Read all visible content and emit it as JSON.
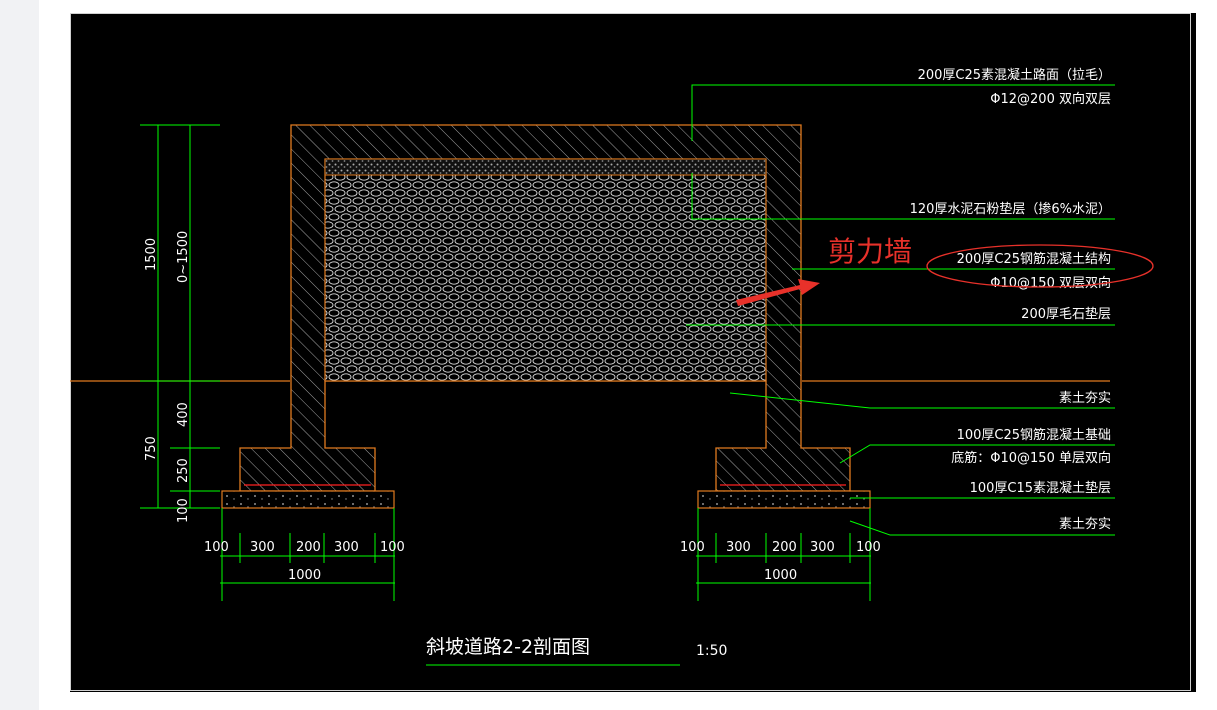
{
  "labels": {
    "l1a": "200厚C25素混凝土路面（拉毛）",
    "l1b": "Φ12@200  双向双层",
    "l2": "120厚水泥石粉垫层（掺6%水泥）",
    "l3a": "200厚C25钢筋混凝土结构",
    "l3b": "Φ10@150  双层双向",
    "l4": "200厚毛石垫层",
    "l5": "素土夯实",
    "l6a": "100厚C25钢筋混凝土基础",
    "l6b": "底筋：Φ10@150  单层双向",
    "l7": "100厚C15素混凝土垫层",
    "l8": "素土夯实"
  },
  "annotation": {
    "text": "剪力墙",
    "color": "#e8312a"
  },
  "dims": {
    "v_total_upper": "1500",
    "v_range": "0~1500",
    "v_total_lower": "750",
    "v_400": "400",
    "v_250": "250",
    "v_100": "100",
    "foot_segments": [
      "100",
      "300",
      "200",
      "300",
      "100"
    ],
    "foot_total": "1000"
  },
  "title": {
    "text": "斜坡道路2-2剖面图",
    "scale": "1:50"
  },
  "colors": {
    "structure": "#e07a1f",
    "leader": "#00ff00",
    "rebar": "#ff2020",
    "background": "#000000"
  }
}
